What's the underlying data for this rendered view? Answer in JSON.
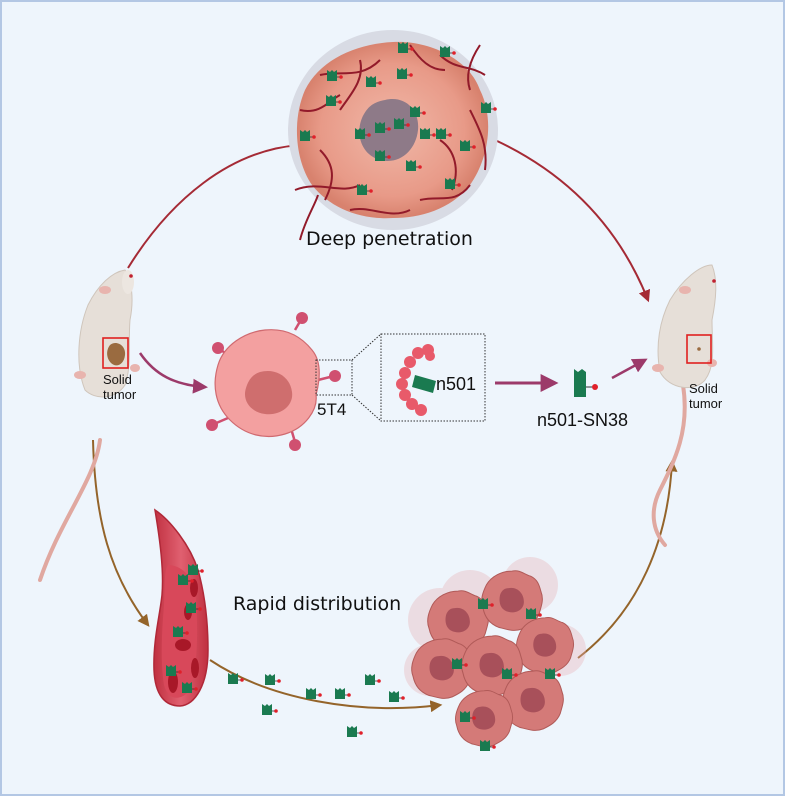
{
  "figure": {
    "background": "#eef5fc",
    "border_color": "#b3c7e4",
    "labels": {
      "deep_penetration": "Deep penetration",
      "rapid_distribution": "Rapid distribution",
      "antigen": "5T4",
      "nanobody": "n501",
      "conjugate": "n501-SN38",
      "left_mouse_tumor_line1": "Solid",
      "left_mouse_tumor_line2": "tumor",
      "right_mouse_tumor_line1": "Solid",
      "right_mouse_tumor_line2": "tumor"
    },
    "colors": {
      "arrow_top": "#a52a35",
      "arrow_middle": "#9c3a6a",
      "arrow_bottom": "#94642a",
      "drug_green": "#1a7a50",
      "payload_red": "#e0202a",
      "tumor_pink": "#e8a090",
      "vessel_red": "#a0182a",
      "cell_pink": "#f3a0a0",
      "mouse_body": "#e6dfd8",
      "highlight_box": "#e02020"
    },
    "nodes": [
      {
        "id": "left-mouse",
        "caption": "Solid tumor"
      },
      {
        "id": "deep-tumor",
        "caption": "Deep penetration"
      },
      {
        "id": "tumor-cell-5t4",
        "caption": "5T4"
      },
      {
        "id": "zoom-inset-n501",
        "caption": "n501"
      },
      {
        "id": "conjugate-n501-sn38",
        "caption": "n501-SN38"
      },
      {
        "id": "blood-vessel",
        "caption": "Rapid distribution"
      },
      {
        "id": "tumor-cell-cluster",
        "caption": ""
      },
      {
        "id": "right-mouse",
        "caption": "Solid tumor"
      }
    ],
    "edges": [
      {
        "from": "left-mouse",
        "to": "deep-tumor",
        "color": "arrow_top"
      },
      {
        "from": "deep-tumor",
        "to": "right-mouse",
        "color": "arrow_top"
      },
      {
        "from": "left-mouse",
        "to": "tumor-cell-5t4",
        "color": "arrow_middle"
      },
      {
        "from": "zoom-inset-n501",
        "to": "conjugate-n501-sn38",
        "color": "arrow_middle"
      },
      {
        "from": "conjugate-n501-sn38",
        "to": "right-mouse",
        "color": "arrow_middle"
      },
      {
        "from": "left-mouse",
        "to": "blood-vessel",
        "color": "arrow_bottom"
      },
      {
        "from": "blood-vessel",
        "to": "tumor-cell-cluster",
        "color": "arrow_bottom"
      },
      {
        "from": "tumor-cell-cluster",
        "to": "right-mouse",
        "color": "arrow_bottom"
      }
    ]
  }
}
